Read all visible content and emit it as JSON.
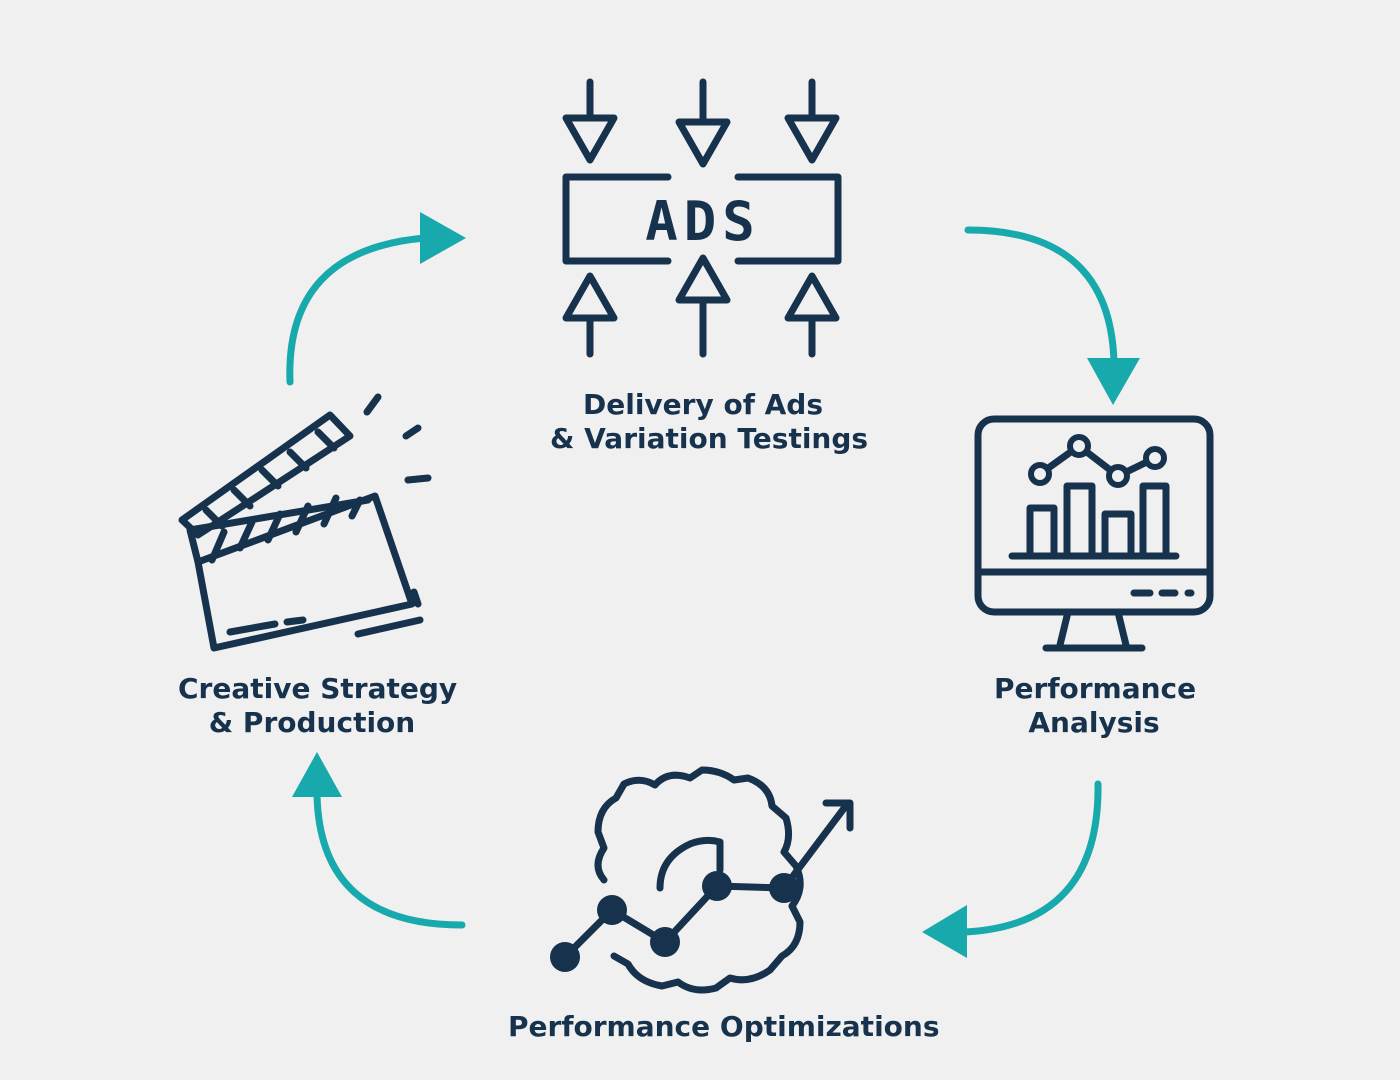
{
  "colors": {
    "background": "#f0f0f0",
    "icon": "#17324d",
    "arrow": "#17a9ab"
  },
  "steps": {
    "delivery": {
      "icon": "ads-delivery-icon",
      "badge": "ADS",
      "line1": "Delivery of Ads",
      "line2": "& Variation Testings"
    },
    "analysis": {
      "icon": "monitor-chart-icon",
      "line1": "Performance",
      "line2": "Analysis"
    },
    "optimization": {
      "icon": "gear-trend-icon",
      "line1": "Performance Optimizations"
    },
    "creative": {
      "icon": "clapperboard-icon",
      "line1": "Creative Strategy",
      "line2": "& Production"
    }
  }
}
